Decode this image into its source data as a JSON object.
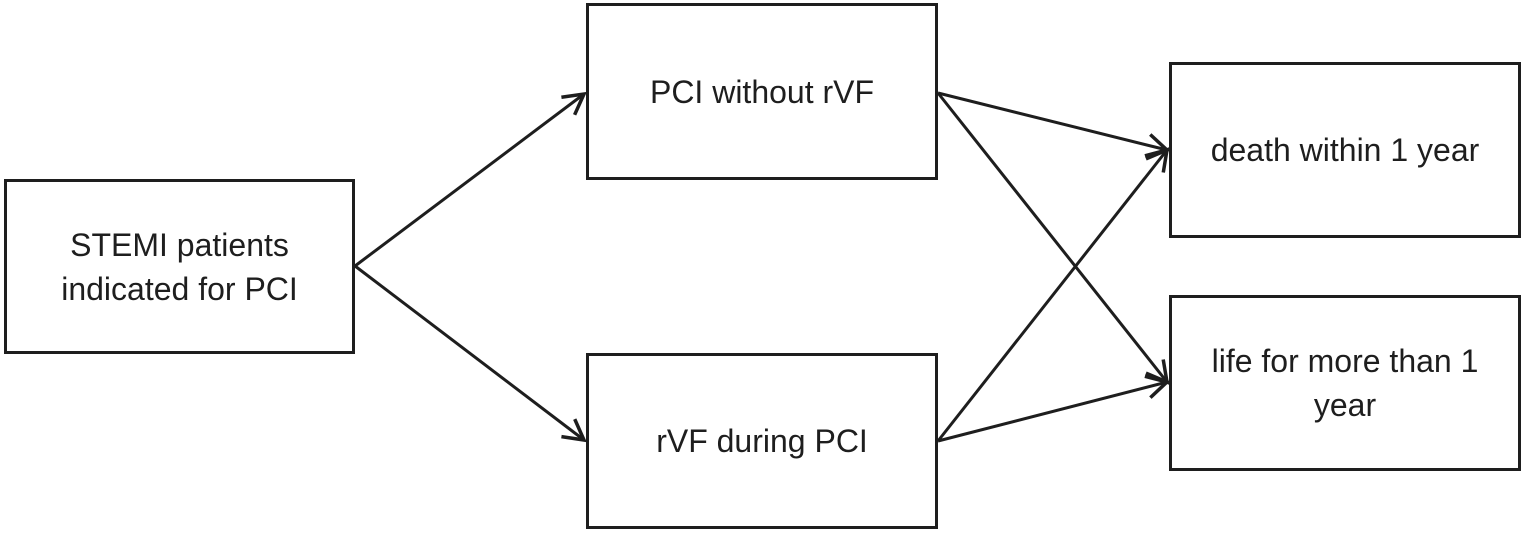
{
  "nodes": {
    "start": "STEMI patients indicated for PCI",
    "pci_without_rvf": "PCI without rVF",
    "rvf_during_pci": "rVF during PCI",
    "death": "death within 1 year",
    "life": "life for more than 1 year"
  },
  "edges": [
    {
      "from": "STEMI patients indicated for PCI",
      "to": "PCI without rVF"
    },
    {
      "from": "STEMI patients indicated for PCI",
      "to": "rVF during PCI"
    },
    {
      "from": "PCI without rVF",
      "to": "death within 1 year"
    },
    {
      "from": "PCI without rVF",
      "to": "life for more than 1 year"
    },
    {
      "from": "rVF during PCI",
      "to": "death within 1 year"
    },
    {
      "from": "rVF during PCI",
      "to": "life for more than 1 year"
    }
  ],
  "colors": {
    "stroke": "#1e1e1e",
    "background": "#ffffff"
  }
}
